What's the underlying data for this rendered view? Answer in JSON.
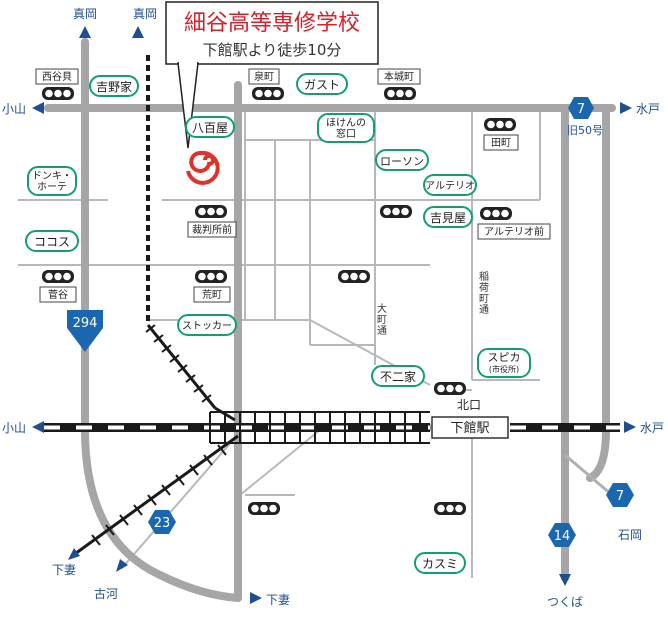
{
  "title_box": {
    "school_name": "細谷高等専修学校",
    "access": "下館駅より徒歩10分"
  },
  "colors": {
    "road_major": "#a6a6a6",
    "road_minor": "#b3b3b3",
    "route_sign": "#1a67b0",
    "landmark_border": "#12a06a",
    "school_marker": "#e0312b",
    "title_text": "#d6202a",
    "direction_label": "#1f4f8f",
    "railway": "#1a1a1a",
    "railway_alt": "#ffffff",
    "black": "#222222"
  },
  "compass": {
    "top_left": "真岡",
    "top_center": "真岡",
    "west_top": "小山",
    "east_top": "水戸",
    "west_rail": "小山",
    "east_rail": "水戸",
    "bottom_left_rail": "下妻",
    "bottom_left_road": "古河",
    "bottom_center": "下妻",
    "bottom_right": "つくば",
    "right_route7": "石岡"
  },
  "routes": {
    "r7_top": "7",
    "r7_top_caption": "旧50号",
    "r294": "294",
    "r23": "23",
    "r14": "14",
    "r7_bottom": "7"
  },
  "intersections": {
    "nishiyakai": "西谷貝",
    "izumicho": "泉町",
    "honjocho": "本城町",
    "tamachi": "田町",
    "saibanshomae": "裁判所前",
    "arteriomae": "アルテリオ前",
    "sugaya": "菅谷",
    "aramachi": "荒町"
  },
  "landmarks": {
    "yoshinoya": "吉野家",
    "gusto": "ガスト",
    "hyakkuya": "八百屋",
    "hakenno_1": "ほけんの",
    "hakenno_2": "窓口",
    "lawson": "ローソン",
    "arterio": "アルテリオ",
    "kichimiya": "吉見屋",
    "donki_1": "ドンキ・",
    "donki_2": "ホーテ",
    "cocos": "ココス",
    "stocker": "ストッカー",
    "spika": "スピカ",
    "spika_sub": "(市役所)",
    "fujiya": "不二家",
    "kasumi": "カスミ"
  },
  "streets": {
    "omachi": [
      "大",
      "町",
      "通"
    ],
    "inadacho": [
      "稲",
      "荷",
      "町",
      "通"
    ]
  },
  "station": {
    "name": "下館駅",
    "north_exit": "北口"
  }
}
